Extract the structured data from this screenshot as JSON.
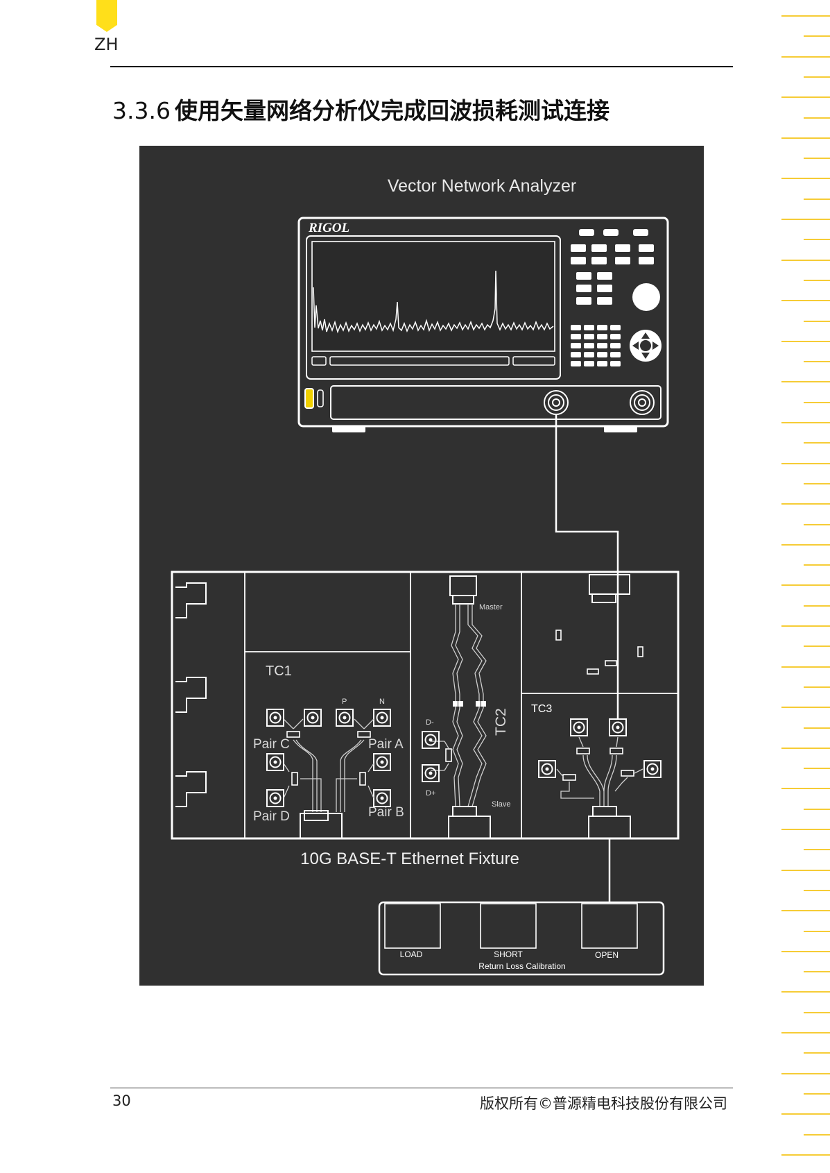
{
  "header": {
    "lang_code": "ZH",
    "accent_color": "#ffdf1a"
  },
  "section": {
    "number": "3.3.6",
    "title": "使用矢量网络分析仪完成回波损耗测试连接"
  },
  "figure": {
    "background_color": "#303030",
    "instrument_label": "Vector Network Analyzer",
    "brand_logo": "RIGOL",
    "fixture_label": "10G BASE-T Ethernet Fixture",
    "tc1": {
      "title": "TC1",
      "pin_p": "P",
      "pin_n": "N",
      "pair_a": "Pair A",
      "pair_b": "Pair B",
      "pair_c": "Pair C",
      "pair_d": "Pair D"
    },
    "tc2": {
      "title": "TC2",
      "master": "Master",
      "slave": "Slave",
      "d_minus": "D-",
      "d_plus": "D+"
    },
    "tc3": {
      "title": "TC3"
    },
    "calibration": {
      "load": "LOAD",
      "short": "SHORT",
      "open": "OPEN",
      "caption": "Return Loss Calibration"
    }
  },
  "footer": {
    "page_number": "30",
    "copyright": "版权所有©普源精电科技股份有限公司"
  },
  "edge_ruler": {
    "color": "#f6cc36"
  }
}
